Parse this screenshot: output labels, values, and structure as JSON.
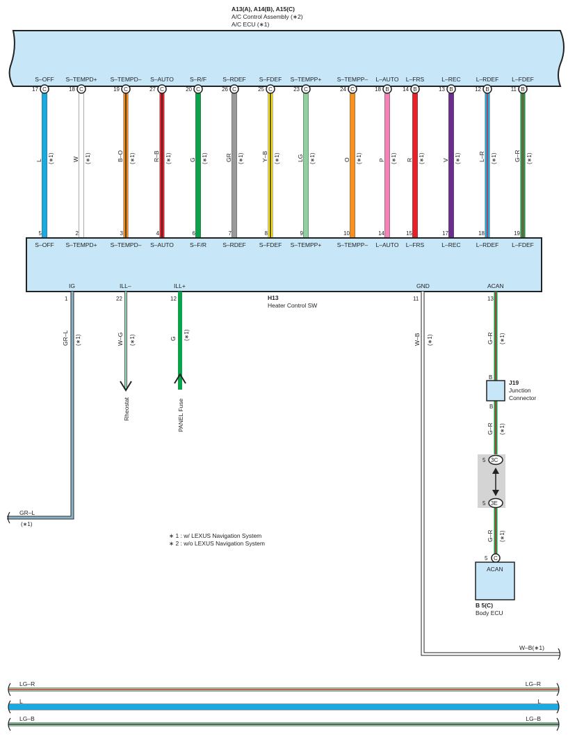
{
  "a13": {
    "title": "A13(A), A14(B), A15(C)",
    "line1": "A/C Control Assembly (∗2)",
    "line2": "A/C ECU (∗1)"
  },
  "h13": {
    "title": "H13",
    "subtitle": "Heater Control SW"
  },
  "circuits": [
    {
      "top_name": "S–OFF",
      "top_pin": "17",
      "conn": "C",
      "wire": "L",
      "note": "(∗1)",
      "bot_pin": "5",
      "bot_name": "S–OFF",
      "color": "#1aa9e0",
      "stripe": null
    },
    {
      "top_name": "S–TEMPD+",
      "top_pin": "18",
      "conn": "C",
      "wire": "W",
      "note": "(∗1)",
      "bot_pin": "2",
      "bot_name": "S–TEMPD+",
      "color": "#ffffff",
      "stripe": null
    },
    {
      "top_name": "S–TEMPD–",
      "top_pin": "19",
      "conn": "C",
      "wire": "B–O",
      "note": "(∗1)",
      "bot_pin": "3",
      "bot_name": "S–TEMPD–",
      "color": "#f28b1c",
      "stripe": "#222222"
    },
    {
      "top_name": "S–AUTO",
      "top_pin": "27",
      "conn": "C",
      "wire": "R–B",
      "note": "(∗1)",
      "bot_pin": "4",
      "bot_name": "S–AUTO",
      "color": "#e62129",
      "stripe": "#222222"
    },
    {
      "top_name": "S–R/F",
      "top_pin": "20",
      "conn": "C",
      "wire": "G",
      "note": "(∗1)",
      "bot_pin": "6",
      "bot_name": "S–F/R",
      "color": "#0aa24b",
      "stripe": null
    },
    {
      "top_name": "S–RDEF",
      "top_pin": "26",
      "conn": "C",
      "wire": "GR",
      "note": "(∗1)",
      "bot_pin": "7",
      "bot_name": "S–RDEF",
      "color": "#9a9a9a",
      "stripe": null
    },
    {
      "top_name": "S–FDEF",
      "top_pin": "25",
      "conn": "C",
      "wire": "Y–B",
      "note": "(∗1)",
      "bot_pin": "8",
      "bot_name": "S–FDEF",
      "color": "#f5e11c",
      "stripe": "#222222"
    },
    {
      "top_name": "S–TEMPP+",
      "top_pin": "23",
      "conn": "C",
      "wire": "LG",
      "note": "(∗1)",
      "bot_pin": "9",
      "bot_name": "S–TEMPP+",
      "color": "#8fd19e",
      "stripe": null
    },
    {
      "top_name": "S–TEMPP–",
      "top_pin": "24",
      "conn": "C",
      "wire": "O",
      "note": "(∗1)",
      "bot_pin": "10",
      "bot_name": "S–TEMPP–",
      "color": "#f7921e",
      "stripe": null
    },
    {
      "top_name": "L–AUTO",
      "top_pin": "18",
      "conn": "B",
      "wire": "P",
      "note": "(∗1)",
      "bot_pin": "14",
      "bot_name": "L–AUTO",
      "color": "#f283b6",
      "stripe": null
    },
    {
      "top_name": "L–FRS",
      "top_pin": "14",
      "conn": "B",
      "wire": "R",
      "note": "(∗1)",
      "bot_pin": "15",
      "bot_name": "L–FRS",
      "color": "#e62129",
      "stripe": null
    },
    {
      "top_name": "L–REC",
      "top_pin": "13",
      "conn": "B",
      "wire": "V",
      "note": "(∗1)",
      "bot_pin": "17",
      "bot_name": "L–REC",
      "color": "#6b2e8f",
      "stripe": null
    },
    {
      "top_name": "L–RDEF",
      "top_pin": "12",
      "conn": "B",
      "wire": "L–R",
      "note": "(∗1)",
      "bot_pin": "18",
      "bot_name": "L–RDEF",
      "color": "#1aa9e0",
      "stripe": "#e62129"
    },
    {
      "top_name": "L–FDEF",
      "top_pin": "11",
      "conn": "B",
      "wire": "G–R",
      "note": "(∗1)",
      "bot_pin": "19",
      "bot_name": "L–FDEF",
      "color": "#0aa24b",
      "stripe": "#e62129"
    }
  ],
  "h13_pins": {
    "ig": {
      "name": "IG",
      "pin": "1",
      "wire": "GR–L",
      "note": "(∗1)"
    },
    "illm": {
      "name": "ILL–",
      "pin": "22",
      "wire": "W–G",
      "note": "(∗1)",
      "dest": "Rheostat"
    },
    "illp": {
      "name": "ILL+",
      "pin": "12",
      "wire": "G",
      "note": "(∗1)",
      "dest": "PANEL Fuse"
    },
    "gnd": {
      "name": "GND",
      "pin": "11",
      "wire": "W–B",
      "note": "(∗1)"
    },
    "acan": {
      "name": "ACAN",
      "pin": "13",
      "wire": "G–R",
      "note": "(∗1)"
    }
  },
  "left_exit": {
    "wire": "GR–L",
    "note": "(∗1)"
  },
  "gnd_exit": {
    "label": "W–B(∗1)"
  },
  "j19": {
    "id": "J19",
    "line1": "Junction",
    "line2": "Connector",
    "pin_top": "B",
    "pin_bottom": "B",
    "wire": "G–R",
    "note": "(∗1)"
  },
  "splice": {
    "pin_top": "5",
    "conn_top": "3C",
    "pin_bottom": "5",
    "conn_bottom": "3E",
    "wire": "G–R",
    "note": "(∗1)"
  },
  "b5": {
    "pin": "5",
    "conn": "C",
    "box_label": "ACAN",
    "id": "B 5(C)",
    "name": "Body ECU"
  },
  "notes": {
    "n1": "∗ 1 : w/ LEXUS Navigation System",
    "n2": "∗ 2 : w/o LEXUS Navigation System"
  },
  "bottom_wires": [
    {
      "label": "LG–R",
      "color": "#8fd19e",
      "stripe": "#e62129"
    },
    {
      "label": "L",
      "color": "#1aa9e0",
      "stripe": null
    },
    {
      "label": "LG–B",
      "color": "#8fd19e",
      "stripe": "#222222"
    }
  ],
  "colors": {
    "box_fill": "#c7e6f8",
    "box_stroke": "#222222",
    "splice_bg": "#d4d4d4"
  }
}
